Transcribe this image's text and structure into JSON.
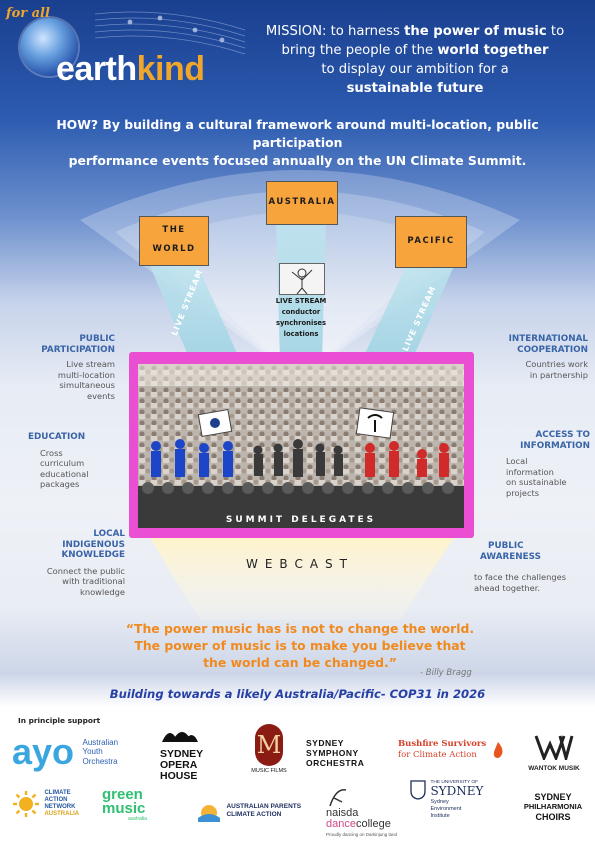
{
  "logo": {
    "for_all": "for all",
    "word_a": "earth",
    "word_b": "kind"
  },
  "mission": {
    "line1_a": "MISSION: to harness ",
    "line1_b": "the power of music",
    "line1_c": " to",
    "line2_a": "bring the people of the ",
    "line2_b": "world together",
    "line3": "to display our ambition for a",
    "line4": "sustainable future"
  },
  "how": {
    "line1": "HOW? By building a cultural framework around multi-location, public participation",
    "line2": "performance events focused annually on the UN Climate Summit."
  },
  "locations": {
    "world_1": "THE",
    "world_2": "WORLD",
    "australia": "AUSTRALIA",
    "pacific": "PACIFIC"
  },
  "live_stream": {
    "beam_left": "LIVE STREAM",
    "beam_right": "LIVE STREAM",
    "center_l1": "LIVE STREAM",
    "center_l2": "conductor",
    "center_l3": "synchronises",
    "center_l4": "locations"
  },
  "left_features": [
    {
      "title_l1": "PUBLIC",
      "title_l2": "PARTICIPATION",
      "body": [
        "Live stream",
        "multi-location",
        "simultaneous",
        "events"
      ]
    },
    {
      "title_l1": "EDUCATION",
      "title_l2": "",
      "body": [
        "Cross",
        "curriculum",
        "educational",
        "packages"
      ]
    },
    {
      "title_l1": "LOCAL",
      "title_l2": "INDIGENOUS",
      "title_l3": "KNOWLEDGE",
      "body": [
        "Connect the public",
        "with traditional",
        "knowledge"
      ]
    }
  ],
  "right_features": [
    {
      "title_l1": "INTERNATIONAL",
      "title_l2": "COOPERATION",
      "body": [
        "Countries work",
        "in partnership"
      ]
    },
    {
      "title_l1": "ACCESS TO",
      "title_l2": "INFORMATION",
      "body": [
        "Local",
        "information",
        "on sustainable",
        "projects"
      ]
    },
    {
      "title_l1": "PUBLIC",
      "title_l2": "AWARENESS",
      "body": [
        "to face the challenges",
        "ahead together."
      ]
    }
  ],
  "screen": {
    "delegates": "SUMMIT DELEGATES"
  },
  "webcast": "WEBCAST",
  "quote": {
    "line1": "“The power music has is not to change the world.",
    "line2": "The power of music is to make you believe that",
    "line3": "the world can be changed.”",
    "author": "- Billy Bragg"
  },
  "building": "Building towards a likely Australia/Pacific- COP31 in 2026",
  "support_label": "In principle support",
  "sponsors": {
    "ayo": "ayo",
    "ayo_l1": "Australian",
    "ayo_l2": "Youth",
    "ayo_l3": "Orchestra",
    "soh_l1": "SYDNEY",
    "soh_l2": "OPERA",
    "soh_l3": "HOUSE",
    "mf_letters": "M",
    "mf_name": "MUSIC FILMS",
    "sso_l1": "SYDNEY",
    "sso_l2": "SYMPHONY",
    "sso_l3": "ORCHESTRA",
    "bushfire_l1": "Bushfire Survivors",
    "bushfire_l2": "for Climate Action",
    "wantok": "WANTOK MUSIK",
    "can_l1": "CLIMATE",
    "can_l2": "ACTION",
    "can_l3": "NETWORK",
    "can_l4": "AUSTRALIA",
    "green_a": "green",
    "green_b": "music",
    "green_c": "australia",
    "apca_l1": "AUSTRALIAN PARENTS",
    "apca_l2": "CLIMATE ACTION",
    "naisda_a": "naisda",
    "naisda_b": "dance",
    "naisda_c": "college",
    "naisda_tag": "Proudly dancing on Darkinjung land",
    "usyd_l1": "THE UNIVERSITY OF",
    "usyd_l2": "SYDNEY",
    "usyd_l3": "Sydney",
    "usyd_l4": "Environment",
    "usyd_l5": "Institute",
    "spc_l1": "SYDNEY",
    "spc_l2": "PHILHARMONIA",
    "spc_l3": "CHOIRS"
  },
  "colors": {
    "orange": "#f7a43d",
    "magenta": "#e94ed3",
    "blue_title": "#3a64a8",
    "quote_orange": "#f08a1f",
    "navy": "#2640a5"
  }
}
